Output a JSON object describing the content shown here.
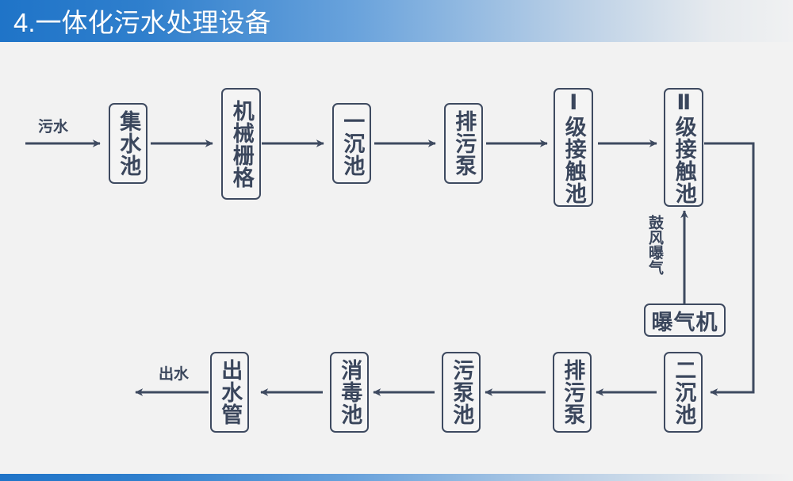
{
  "header": {
    "title": "4.一体化污水处理设备",
    "gradient_start": "#1f74c8",
    "gradient_end": "#f0f1f2"
  },
  "footer": {
    "gradient_start": "#1f74c8",
    "gradient_end": "#f2f2f2"
  },
  "theme": {
    "background": "#f2f2f2",
    "stroke": "#3e4a60",
    "text": "#3a465c"
  },
  "diagram": {
    "type": "process-flow",
    "labels": {
      "inlet": "污水",
      "outlet": "出水",
      "aeration": "鼓风曝气"
    },
    "nodes": [
      {
        "id": "n1",
        "label": "集水池",
        "orientation": "vertical"
      },
      {
        "id": "n2",
        "label": "机械栅格",
        "orientation": "vertical"
      },
      {
        "id": "n3",
        "label": "一沉池",
        "orientation": "vertical"
      },
      {
        "id": "n4",
        "label": "排污泵",
        "orientation": "vertical"
      },
      {
        "id": "n5",
        "label": "Ⅰ级接触池",
        "orientation": "vertical"
      },
      {
        "id": "n6",
        "label": "Ⅱ级接触池",
        "orientation": "vertical"
      },
      {
        "id": "n7",
        "label": "曝气机",
        "orientation": "horizontal"
      },
      {
        "id": "n8",
        "label": "二沉池",
        "orientation": "vertical"
      },
      {
        "id": "n9",
        "label": "排污泵",
        "orientation": "vertical"
      },
      {
        "id": "n10",
        "label": "污泵池",
        "orientation": "vertical"
      },
      {
        "id": "n11",
        "label": "消毒池",
        "orientation": "vertical"
      },
      {
        "id": "n12",
        "label": "出水管",
        "orientation": "vertical"
      }
    ],
    "edges": [
      {
        "from": "inlet",
        "to": "n1",
        "label": "污水"
      },
      {
        "from": "n1",
        "to": "n2",
        "label": ""
      },
      {
        "from": "n2",
        "to": "n3",
        "label": ""
      },
      {
        "from": "n3",
        "to": "n4",
        "label": ""
      },
      {
        "from": "n4",
        "to": "n5",
        "label": ""
      },
      {
        "from": "n5",
        "to": "n6",
        "label": ""
      },
      {
        "from": "n7",
        "to": "n6",
        "label": "鼓风曝气"
      },
      {
        "from": "n6",
        "to": "n8",
        "label": ""
      },
      {
        "from": "n8",
        "to": "n9",
        "label": ""
      },
      {
        "from": "n9",
        "to": "n10",
        "label": ""
      },
      {
        "from": "n10",
        "to": "n11",
        "label": ""
      },
      {
        "from": "n11",
        "to": "n12",
        "label": ""
      },
      {
        "from": "n12",
        "to": "outlet",
        "label": "出水"
      }
    ]
  }
}
